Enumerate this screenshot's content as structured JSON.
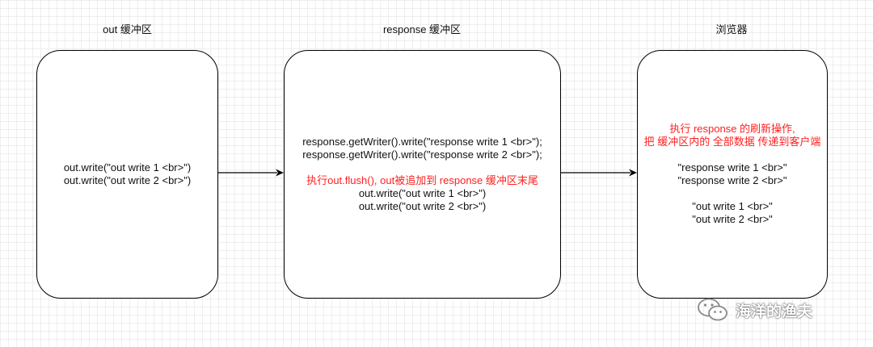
{
  "columns": [
    {
      "title": "out 缓冲区",
      "groups": [
        {
          "red": false,
          "lines": [
            "out.write(\"out write 1 <br>\")",
            "out.write(\"out write 2 <br>\")"
          ]
        }
      ]
    },
    {
      "title": "response 缓冲区",
      "groups": [
        {
          "red": false,
          "lines": [
            "response.getWriter().write(\"response write 1 <br>\");",
            "response.getWriter().write(\"response write 2 <br>\");"
          ]
        },
        {
          "red": true,
          "lines": [
            "执行out.flush(), out被追加到 response 缓冲区末尾"
          ]
        },
        {
          "red": false,
          "lines": [
            "out.write(\"out write 1 <br>\")",
            "out.write(\"out write 2 <br>\")"
          ]
        }
      ]
    },
    {
      "title": "浏览器",
      "groups": [
        {
          "red": true,
          "lines": [
            "执行 response 的刷新操作,",
            "把 缓冲区内的 全部数据 传递到客户端"
          ]
        },
        {
          "red": false,
          "lines": [
            "\"response write 1 <br>\"",
            "\"response write 2 <br>\""
          ]
        },
        {
          "red": false,
          "lines": [
            "\"out write 1 <br>\"",
            "\"out write 2 <br>\""
          ]
        }
      ]
    }
  ],
  "watermark": {
    "text": "海洋的渔夫",
    "icon": "wechat-icon"
  },
  "colors": {
    "highlight": "#ff1f1f",
    "stroke": "#000000",
    "grid": "#eeeeee"
  }
}
